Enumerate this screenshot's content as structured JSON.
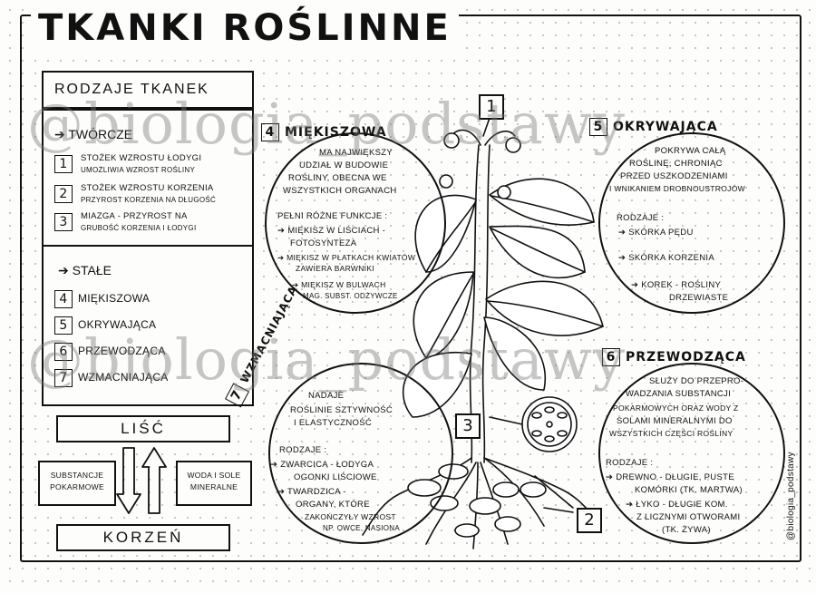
{
  "title": "TKANKI ROŚLINNE",
  "left_panel": {
    "heading": "RODZAJE TKANEK",
    "tworcze_label": "TWÓRCZE",
    "tworcze_items": [
      {
        "num": "1",
        "line1": "STOŻEK WZROSTU ŁODYGI",
        "line2": "UMOŻLIWIA WZROST ROŚLINY"
      },
      {
        "num": "2",
        "line1": "STOŻEK WZROSTU KORZENIA",
        "line2": "PRZYROST KORZENIA NA DŁUGOŚĆ"
      },
      {
        "num": "3",
        "line1": "MIAZGA - PRZYROST NA",
        "line2": "GRUBOŚĆ KORZENIA I ŁODYGI"
      }
    ],
    "stale_label": "STAŁE",
    "stale_items": [
      {
        "num": "4",
        "label": "MIĘKISZOWA"
      },
      {
        "num": "5",
        "label": "OKRYWAJĄCA"
      },
      {
        "num": "6",
        "label": "PRZEWODZĄCA"
      },
      {
        "num": "7",
        "label": "WZMACNIAJĄCA"
      }
    ]
  },
  "flow": {
    "lisc": "LIŚĆ",
    "korzen": "KORZEŃ",
    "left_box": "SUBSTANCJE POKARMOWE",
    "right_box": "WODA I SOLE MINERALNE"
  },
  "miekiszowa": {
    "num": "4",
    "title": "MIĘKISZOWA",
    "lines": [
      "MA NAJWIĘKSZY",
      "UDZIAŁ W BUDOWIE",
      "ROŚLINY, OBECNA WE",
      "WSZYSTKICH ORGANACH"
    ],
    "functions_title": "PEŁNI RÓŻNE FUNKCJE :",
    "functions": [
      "MIĘKISZ W LIŚCIACH -",
      "FOTOSYNTEZA",
      "MIĘKISZ W PŁATKACH KWIATÓW",
      "ZAWIERA BARWNIKI",
      "MIĘKISZ W BULWACH",
      "MAG. SUBST. ODŻYWCZE"
    ]
  },
  "okrywajaca": {
    "num": "5",
    "title": "OKRYWAJĄCA",
    "lines": [
      "POKRYWA CAŁĄ",
      "ROŚLINĘ, CHRONIĄC",
      "PRZED USZKODZENIAMI",
      "I WNIKANIEM DROBNOUSTROJÓW"
    ],
    "types_title": "RODZAJE :",
    "types": [
      "SKÓRKA PĘDU",
      "SKÓRKA KORZENIA",
      "KOREK - ROŚLINY",
      "DRZEWIASTE"
    ]
  },
  "wzmacniajaca": {
    "num": "7",
    "title": "WZMACNIAJĄCA",
    "lines": [
      "NADAJE",
      "ROŚLINIE SZTYWNOŚĆ",
      "I ELASTYCZNOŚĆ"
    ],
    "types_title": "RODZAJE :",
    "types": [
      "ZWARCICA - ŁODYGA",
      "OGONKI LIŚCIOWE",
      "TWARDZICA -",
      "ORGANY, KTÓRE",
      "ZAKOŃCZYŁY WZROST",
      "NP. OWCE, NASIONA"
    ]
  },
  "przewodzaca": {
    "num": "6",
    "title": "PRZEWODZĄCA",
    "lines": [
      "SŁUŻY DO PRZEPRO-",
      "WADZANIA SUBSTANCJI",
      "POKARMOWYCH ORAZ WODY Z",
      "SOLAMI MINERALNYMI DO",
      "WSZYSTKICH CZĘŚCI ROŚLINY"
    ],
    "types_title": "RODZAJE :",
    "types": [
      "DREWNO - DŁUGIE, PUSTE",
      "KOMÓRKI (TK. MARTWA)",
      "ŁYKO - DŁUGIE KOM.",
      "Z LICZNYMI OTWORAMI",
      "(TK. ŻYWA)"
    ]
  },
  "plant_labels": {
    "top": "1",
    "stem": "3",
    "root": "2"
  },
  "watermark": "@biologia_podstawy",
  "side_signature": "@biologia_podstawy"
}
